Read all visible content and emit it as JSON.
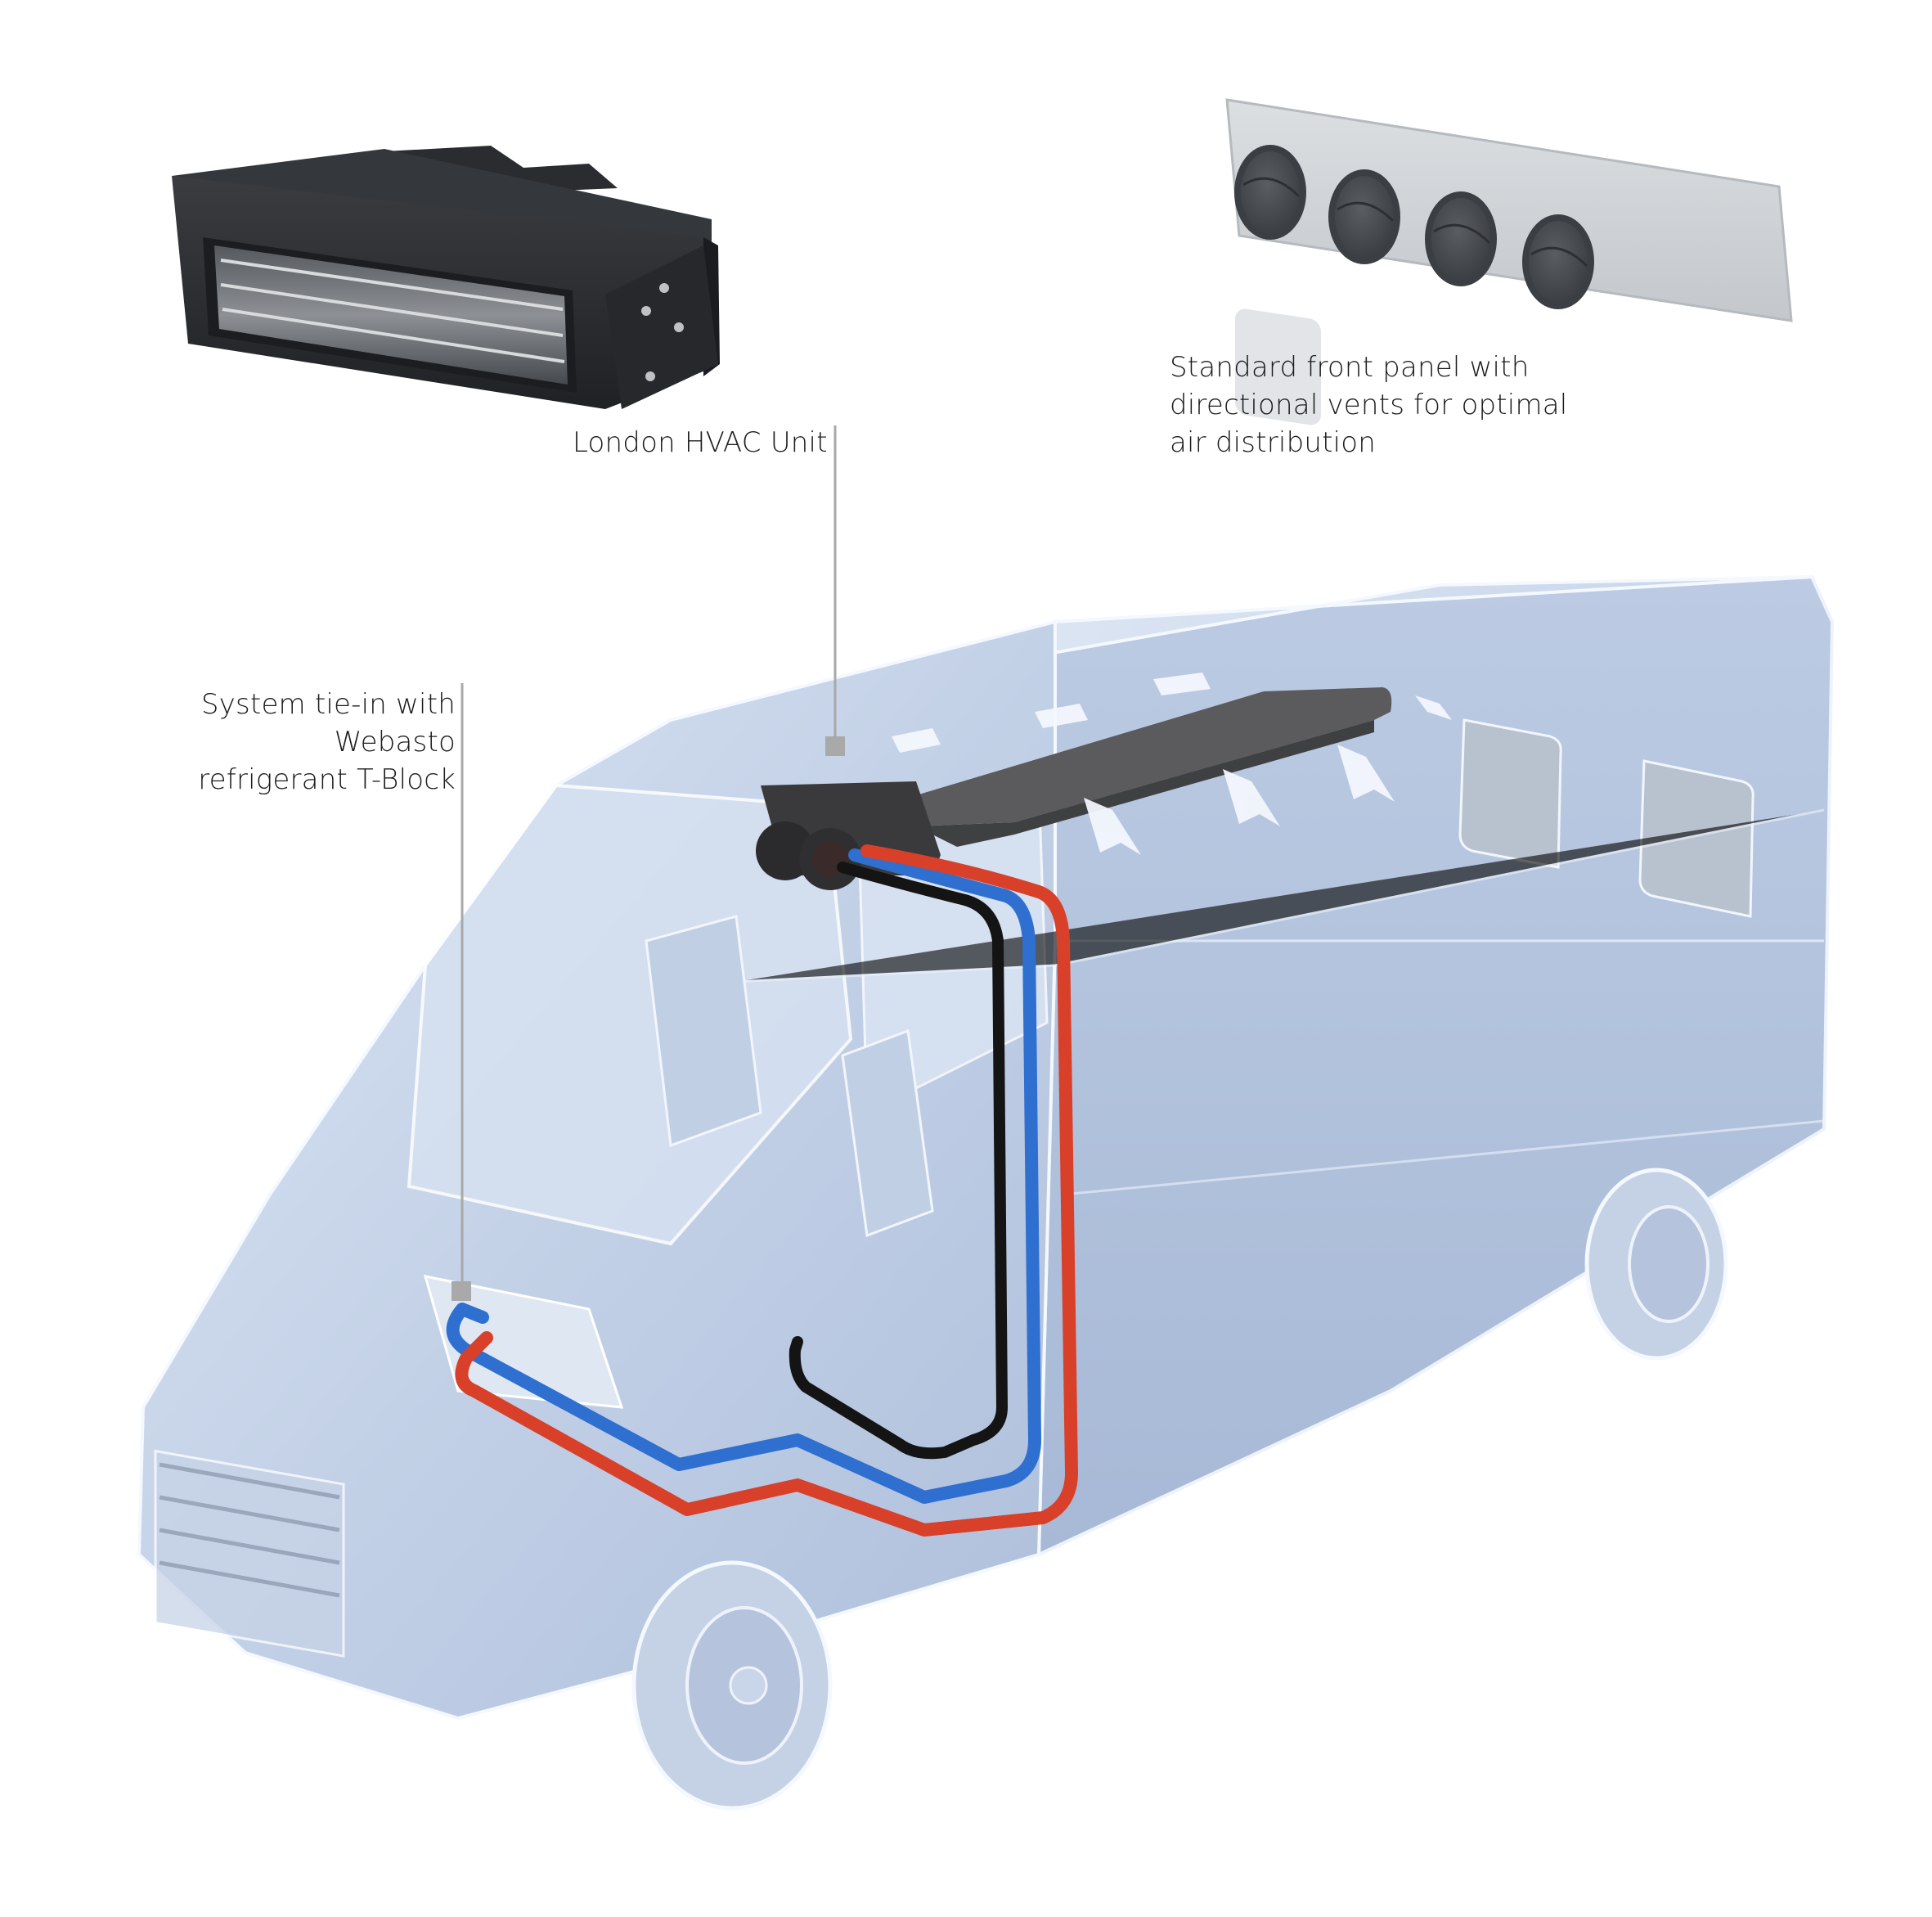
{
  "diagram": {
    "subject": "Van HVAC system installation illustration",
    "colors": {
      "background": "#ffffff",
      "van_body": "#c9d6ea",
      "van_body_dark": "#a9bad6",
      "van_outline": "#f4f8ff",
      "pipe_red": "#d8402a",
      "pipe_blue": "#2f6fd0",
      "pipe_black": "#141414",
      "hvac_unit": "#2e3033",
      "vent_panel": "#d2d5d9",
      "vent": "#4a4d52",
      "leader_line": "#a8a8a8",
      "leader_marker": "#a9a9a9",
      "label_text": "#1c1c1c"
    },
    "components": [
      {
        "id": "hvac-unit",
        "name": "London HVAC Unit"
      },
      {
        "id": "front-panel",
        "name": "Standard front panel",
        "vent_count": 4
      },
      {
        "id": "duct",
        "name": "Roof air duct"
      },
      {
        "id": "pipes",
        "name": "Refrigerant lines",
        "colors": [
          "red",
          "blue",
          "black"
        ]
      },
      {
        "id": "t-block",
        "name": "Webasto refrigerant T-Block"
      }
    ],
    "airflow_arrows": 8
  },
  "callouts": {
    "hvac": {
      "lines": [
        "London HVAC Unit"
      ]
    },
    "panel": {
      "lines": [
        "Standard front panel with",
        "directional vents for optimal",
        "air distribution"
      ]
    },
    "tblock": {
      "lines": [
        "System tie-in with",
        "Webasto",
        "refrigerant T-Block"
      ]
    }
  }
}
